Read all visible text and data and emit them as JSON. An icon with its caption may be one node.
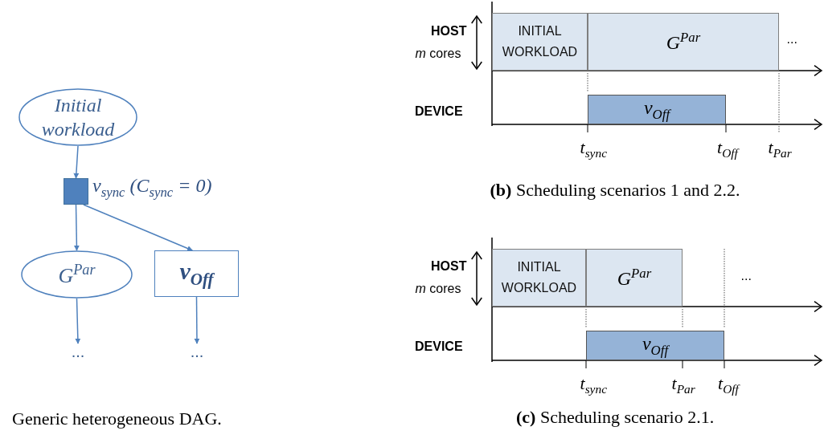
{
  "diagram": {
    "nodes": [
      {
        "text": [
          "Initial workload"
        ]
      },
      {
        "text": [],
        "shape": "box",
        "beside": [
          "v$_{sync}$ (C$_{sync}$ = 0)"
        ]
      },
      {
        "text": [
          "G$^{Par}$"
        ]
      },
      {
        "text": [
          "v$_{Off}$"
        ]
      },
      {
        "text": [
          "..."
        ]
      },
      {
        "text": [
          "..."
        ]
      },
      {
        "text": [
          "INITIAL WORKLOAD"
        ]
      },
      {
        "text": [
          "G$^{Par}$"
        ]
      },
      {
        "text": [
          "v$_{Off}$"
        ]
      },
      {
        "text": [
          "INITIAL WORKLOAD"
        ]
      },
      {
        "text": [
          "G$^{Par}$"
        ]
      },
      {
        "text": [
          "v$_{Off}$"
        ]
      }
    ],
    "edges": [
      {
        "from": 0,
        "to": 1,
        "arrow": "to"
      },
      {
        "from": 1,
        "to": 2,
        "arrow": "to"
      },
      {
        "from": 1,
        "to": 3,
        "arrow": "to"
      },
      {
        "from": 2,
        "to": 4,
        "arrow": "to"
      },
      {
        "from": 3,
        "to": 5,
        "arrow": "to"
      }
    ],
    "labels": [
      "HOST",
      "*m* cores",
      "...",
      "DEVICE",
      "t$_{sync}$",
      "t$_{Off}$",
      "t$_{Par}$",
      "**(b)** Scheduling scenarios 1 and 2.2.",
      "HOST",
      "*m* cores",
      "...",
      "DEVICE",
      "t$_{sync}$",
      "t$_{Par}$",
      "t$_{Off}$",
      "Generic heterogeneous DAG.",
      "**(c)** Scheduling scenario 2.1."
    ]
  }
}
